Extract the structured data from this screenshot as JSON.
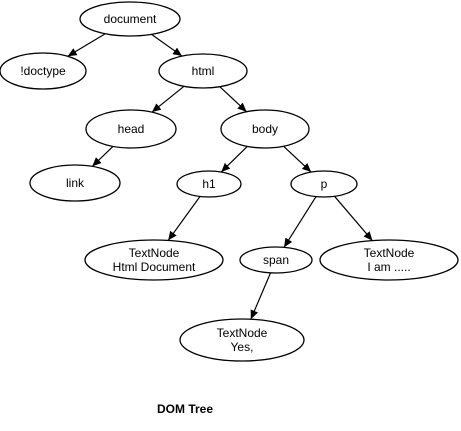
{
  "caption": "DOM Tree",
  "colors": {
    "stroke": "#000000",
    "fill": "#ffffff",
    "text": "#000000"
  },
  "nodes": [
    {
      "id": "document",
      "lines": [
        "document"
      ]
    },
    {
      "id": "doctype",
      "lines": [
        "!doctype"
      ]
    },
    {
      "id": "html",
      "lines": [
        "html"
      ]
    },
    {
      "id": "head",
      "lines": [
        "head"
      ]
    },
    {
      "id": "body",
      "lines": [
        "body"
      ]
    },
    {
      "id": "link",
      "lines": [
        "link"
      ]
    },
    {
      "id": "h1",
      "lines": [
        "h1"
      ]
    },
    {
      "id": "p",
      "lines": [
        "p"
      ]
    },
    {
      "id": "text-h1",
      "lines": [
        "TextNode",
        "Html Document"
      ]
    },
    {
      "id": "span",
      "lines": [
        "span"
      ]
    },
    {
      "id": "text-p",
      "lines": [
        "TextNode",
        "I am ....."
      ]
    },
    {
      "id": "text-span",
      "lines": [
        "TextNode",
        "Yes,"
      ]
    }
  ],
  "edges": [
    [
      "document",
      "doctype"
    ],
    [
      "document",
      "html"
    ],
    [
      "html",
      "head"
    ],
    [
      "html",
      "body"
    ],
    [
      "head",
      "link"
    ],
    [
      "body",
      "h1"
    ],
    [
      "body",
      "p"
    ],
    [
      "h1",
      "text-h1"
    ],
    [
      "p",
      "span"
    ],
    [
      "p",
      "text-p"
    ],
    [
      "span",
      "text-span"
    ]
  ]
}
